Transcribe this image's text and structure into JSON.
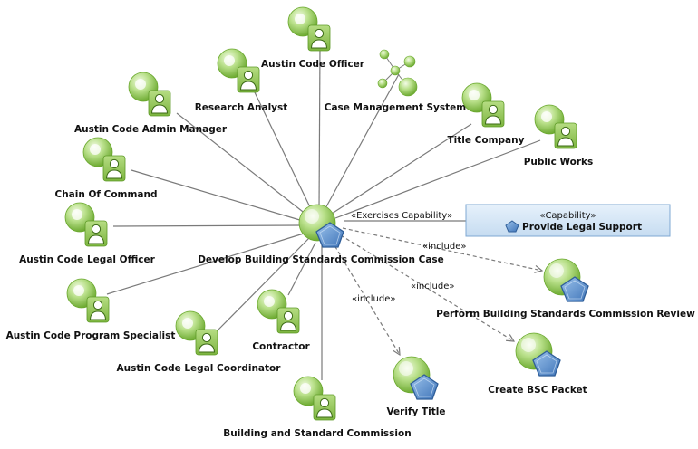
{
  "diagram": {
    "center_usecase": {
      "label": "Develop Building Standards Commission Case"
    },
    "actors": [
      {
        "id": "austin-code-officer",
        "label": "Austin Code Officer"
      },
      {
        "id": "research-analyst",
        "label": "Research Analyst"
      },
      {
        "id": "austin-code-admin-manager",
        "label": "Austin Code Admin Manager"
      },
      {
        "id": "chain-of-command",
        "label": "Chain Of Command"
      },
      {
        "id": "austin-code-legal-officer",
        "label": "Austin Code Legal Officer"
      },
      {
        "id": "austin-code-program-specialist",
        "label": "Austin Code Program Specialist"
      },
      {
        "id": "austin-code-legal-coordinator",
        "label": "Austin Code Legal Coordinator"
      },
      {
        "id": "contractor",
        "label": "Contractor"
      },
      {
        "id": "building-and-standard-commission",
        "label": "Building and Standard Commission"
      },
      {
        "id": "title-company",
        "label": "Title Company"
      },
      {
        "id": "public-works",
        "label": "Public Works"
      }
    ],
    "system": {
      "label": "Case Management System"
    },
    "capability": {
      "stereotype": "«Capability»",
      "label": "Provide Legal Support",
      "relation": "«Exercises Capability»"
    },
    "included_usecases": [
      {
        "id": "perform-bsc-review",
        "label": "Perform Building Standards Commission Review",
        "relation": "«include»"
      },
      {
        "id": "create-bsc-packet",
        "label": "Create BSC Packet",
        "relation": "«include»"
      },
      {
        "id": "verify-title",
        "label": "Verify Title",
        "relation": "«include»"
      }
    ],
    "colors": {
      "actor_green": "#8cc63f",
      "usecase_blue": "#5b8fd0",
      "capability_fill": "#d4e6f6",
      "line_gray": "#7a7a7a"
    }
  }
}
